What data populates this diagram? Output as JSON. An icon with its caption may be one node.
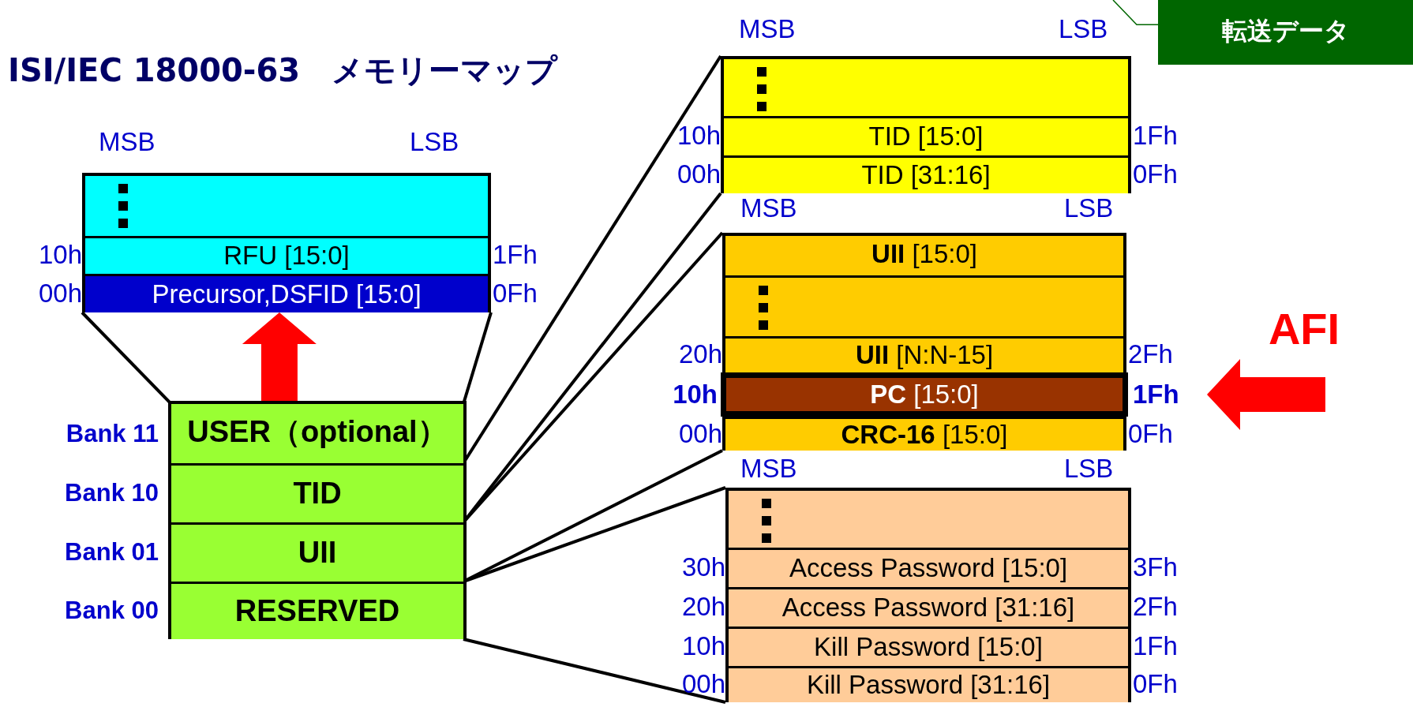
{
  "diagram": {
    "title": "ISI/IEC 18000-63　メモリーマップ",
    "nodes": [
      {
        "text": [],
        "shape": "box"
      },
      {
        "text": [],
        "shape": "box",
        "in": 0
      },
      {
        "text": [
          "RFU [15:0]"
        ],
        "in": 0,
        "beside": [
          "10h",
          "1Fh"
        ]
      },
      {
        "text": [
          "Precursor,DSFID [15:0]"
        ],
        "in": 0,
        "beside": [
          "00h",
          "0Fh"
        ]
      },
      {
        "text": [],
        "shape": "box"
      },
      {
        "text": [
          "USER（optional）"
        ],
        "in": 4,
        "beside": [
          "Bank 11"
        ]
      },
      {
        "text": [
          "TID"
        ],
        "in": 4,
        "beside": [
          "Bank 10"
        ]
      },
      {
        "text": [
          "UII"
        ],
        "in": 4,
        "beside": [
          "Bank 01"
        ]
      },
      {
        "text": [
          "RESERVED"
        ],
        "in": 4,
        "beside": [
          "Bank 00"
        ]
      },
      {
        "text": [],
        "shape": "box"
      },
      {
        "text": [],
        "shape": "box",
        "in": 9
      },
      {
        "text": [
          "TID [15:0]"
        ],
        "in": 9,
        "beside": [
          "10h",
          "1Fh"
        ]
      },
      {
        "text": [
          "TID [31:16]"
        ],
        "in": 9,
        "beside": [
          "00h",
          "0Fh"
        ]
      },
      {
        "text": [],
        "shape": "box"
      },
      {
        "text": [
          "**UII** [15:0]"
        ],
        "in": 13
      },
      {
        "text": [],
        "shape": "box",
        "in": 13
      },
      {
        "text": [
          "**UII** [N:N-15]"
        ],
        "in": 13,
        "beside": [
          "20h",
          "2Fh"
        ]
      },
      {
        "text": [
          "**PC** [15:0]"
        ],
        "in": 13,
        "beside": [
          "10h",
          "1Fh"
        ]
      },
      {
        "text": [
          "**CRC-16** [15:0]"
        ],
        "in": 13,
        "beside": [
          "00h",
          "0Fh"
        ]
      },
      {
        "text": [],
        "shape": "box"
      },
      {
        "text": [],
        "shape": "box",
        "in": 19
      },
      {
        "text": [
          "Access Password [15:0]"
        ],
        "in": 19,
        "beside": [
          "30h",
          "3Fh"
        ]
      },
      {
        "text": [
          "Access Password [31:16]"
        ],
        "in": 19,
        "beside": [
          "20h",
          "2Fh"
        ]
      },
      {
        "text": [
          "Kill Password [15:0]"
        ],
        "in": 19,
        "beside": [
          "10h",
          "1Fh"
        ]
      },
      {
        "text": [
          "Kill Password [31:16]"
        ],
        "in": 19,
        "beside": [
          "00h",
          "0Fh"
        ]
      },
      {
        "text": [
          "AFI"
        ]
      },
      {
        "text": [
          "転送データ"
        ]
      }
    ],
    "edges": [
      {
        "from": 5,
        "to": 0,
        "arrow": "to",
        "style": "thick",
        "color": "#ff0000"
      },
      {
        "from": 5,
        "to": 0,
        "arrow": "none"
      },
      {
        "from": 5,
        "to": 0,
        "arrow": "none"
      },
      {
        "from": 6,
        "to": 9,
        "arrow": "none"
      },
      {
        "from": 6,
        "to": 9,
        "arrow": "none"
      },
      {
        "from": 7,
        "to": 13,
        "arrow": "none"
      },
      {
        "from": 7,
        "to": 13,
        "arrow": "none"
      },
      {
        "from": 8,
        "to": 19,
        "arrow": "none"
      },
      {
        "from": 8,
        "to": 19,
        "arrow": "none"
      },
      {
        "from": 25,
        "to": 17,
        "arrow": "to",
        "style": "thick",
        "color": "#ff0000"
      },
      {
        "from": 26,
        "to": null,
        "arrow": "none",
        "color": "#006600"
      }
    ],
    "labels": [
      "MSB",
      "LSB",
      "MSB",
      "LSB",
      "MSB",
      "LSB",
      "MSB",
      "LSB"
    ]
  }
}
